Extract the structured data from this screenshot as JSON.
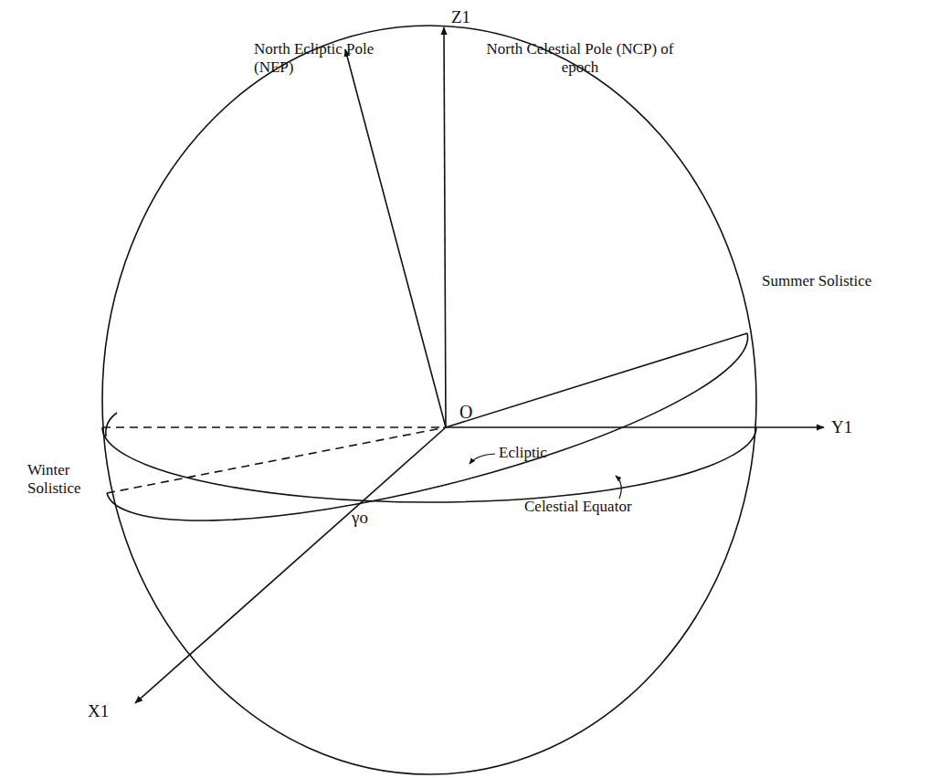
{
  "diagram": {
    "labels": [
      "North Ecliptic Pole (NEP)",
      "Z1",
      "North Celestial Pole (NCP) of epoch",
      "O",
      "Summer Solistice",
      "Y1",
      "Winter Solistice",
      "Ecliptic",
      "Celestial Equator",
      "γo",
      "X1"
    ]
  }
}
